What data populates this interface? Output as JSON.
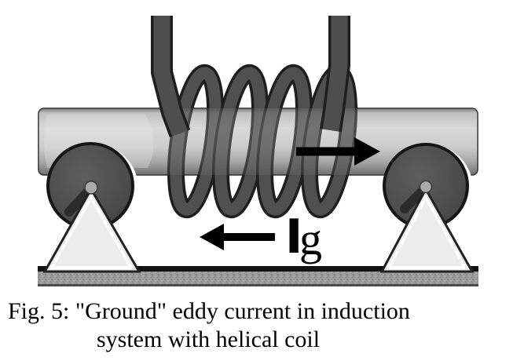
{
  "figure": {
    "caption_line1": "Fig. 5: \"Ground\" eddy current in induction",
    "caption_line2": "system with helical coil",
    "current_label": {
      "symbol": "I",
      "subscript": "g"
    },
    "coil_turns": 4
  },
  "icons": {
    "rod_motion_arrow": "arrow-right",
    "ground_current_arrow": "arrow-left"
  },
  "colors": {
    "background": "#ffffff",
    "rod_light": "#dcdcdc",
    "rod_dark": "#8a8a8a",
    "coil_fill": "#505050",
    "coil_outline": "#1e1e1e",
    "roller_fill": "#4e4e4e",
    "support_fill": "#ececec",
    "base_gray": "#9a9a9a",
    "ink": "#000000"
  }
}
